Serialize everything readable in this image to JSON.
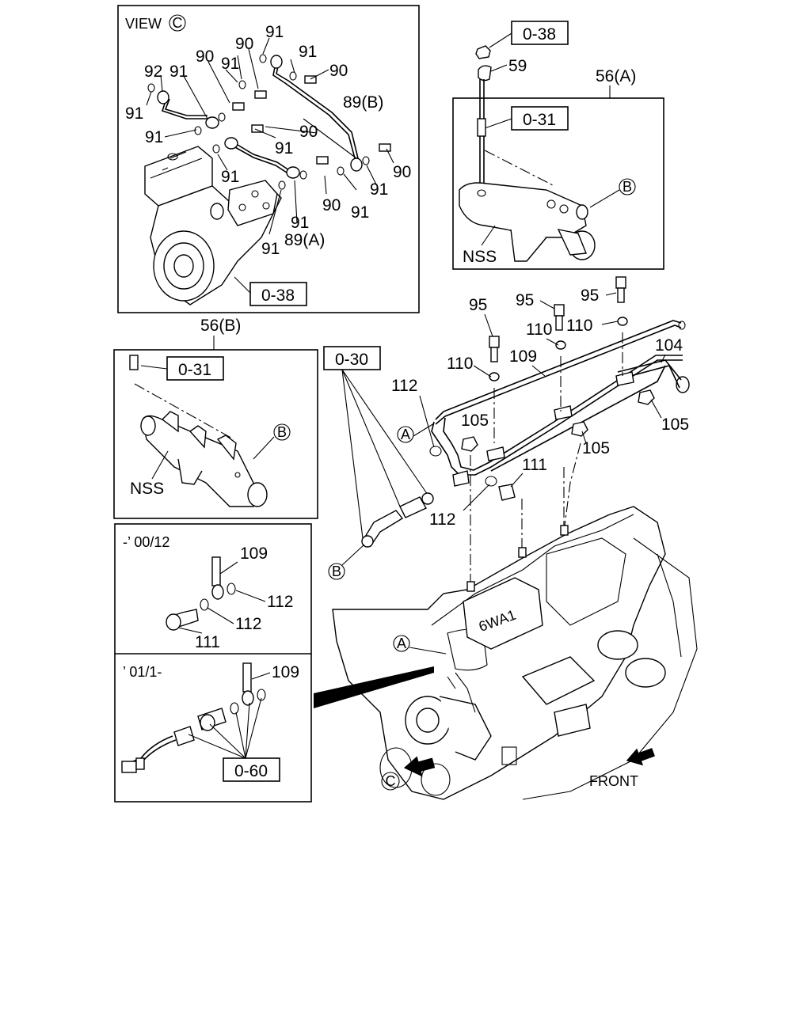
{
  "view_c": {
    "title": "VIEW",
    "title_circle": "C",
    "labels": {
      "l91a": "91",
      "l90a": "90",
      "l91b": "91",
      "l90b": "90",
      "l92": "92",
      "l91c": "91",
      "l91d": "91",
      "l91e": "91",
      "l90c": "90",
      "l91f": "91",
      "l91g": "91",
      "l89b": "89(B)",
      "l90d": "90",
      "l90e": "90",
      "l91h": "91",
      "l90f": "90",
      "l91i": "91",
      "l91j": "91",
      "l89a": "89(A)",
      "l91k": "91"
    },
    "ref_038": "0-38"
  },
  "section_56a": {
    "title": "56(A)",
    "ref_038": "0-38",
    "ref_031": "0-31",
    "l59": "59",
    "nss": "NSS",
    "circle_b": "B"
  },
  "section_56b": {
    "title": "56(B)",
    "ref_031": "0-31",
    "nss": "NSS",
    "circle_b": "B"
  },
  "variant_box": {
    "range1": "-’ 00/12",
    "range2": "’ 01/1-",
    "l109a": "109",
    "l112a": "112",
    "l112b": "112",
    "l111": "111",
    "l109b": "109",
    "ref_060": "0-60"
  },
  "main": {
    "ref_030": "0-30",
    "l95a": "95",
    "l95b": "95",
    "l95c": "95",
    "l110a": "110",
    "l110b": "110",
    "l110c": "110",
    "l109": "109",
    "l104": "104",
    "l112a": "112",
    "l105a": "105",
    "l105b": "105",
    "l105c": "105",
    "l111": "111",
    "l112b": "112",
    "circle_a1": "A",
    "circle_a2": "A",
    "circle_b": "B",
    "circle_c": "C",
    "engine_badge": "6WA1",
    "front": "FRONT"
  }
}
